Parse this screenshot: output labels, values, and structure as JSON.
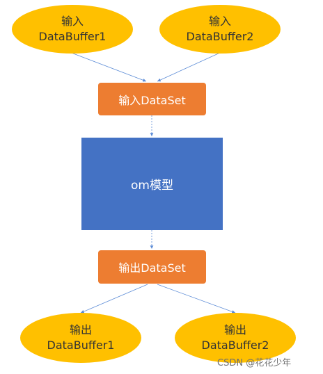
{
  "colors": {
    "ellipse_fill": "#FFC000",
    "dataset_fill": "#ED7D31",
    "model_fill": "#4472C4",
    "connector": "#5B8BD6"
  },
  "input_buffers": [
    {
      "line1": "输入",
      "line2": "DataBuffer1"
    },
    {
      "line1": "输入",
      "line2": "DataBuffer2"
    }
  ],
  "input_dataset": {
    "label": "输入DataSet"
  },
  "model": {
    "label": "om模型"
  },
  "output_dataset": {
    "label": "输出DataSet"
  },
  "output_buffers": [
    {
      "line1": "输出",
      "line2": "DataBuffer1"
    },
    {
      "line1": "输出",
      "line2": "DataBuffer2"
    }
  ],
  "watermark": {
    "text": "CSDN @花花少年"
  }
}
